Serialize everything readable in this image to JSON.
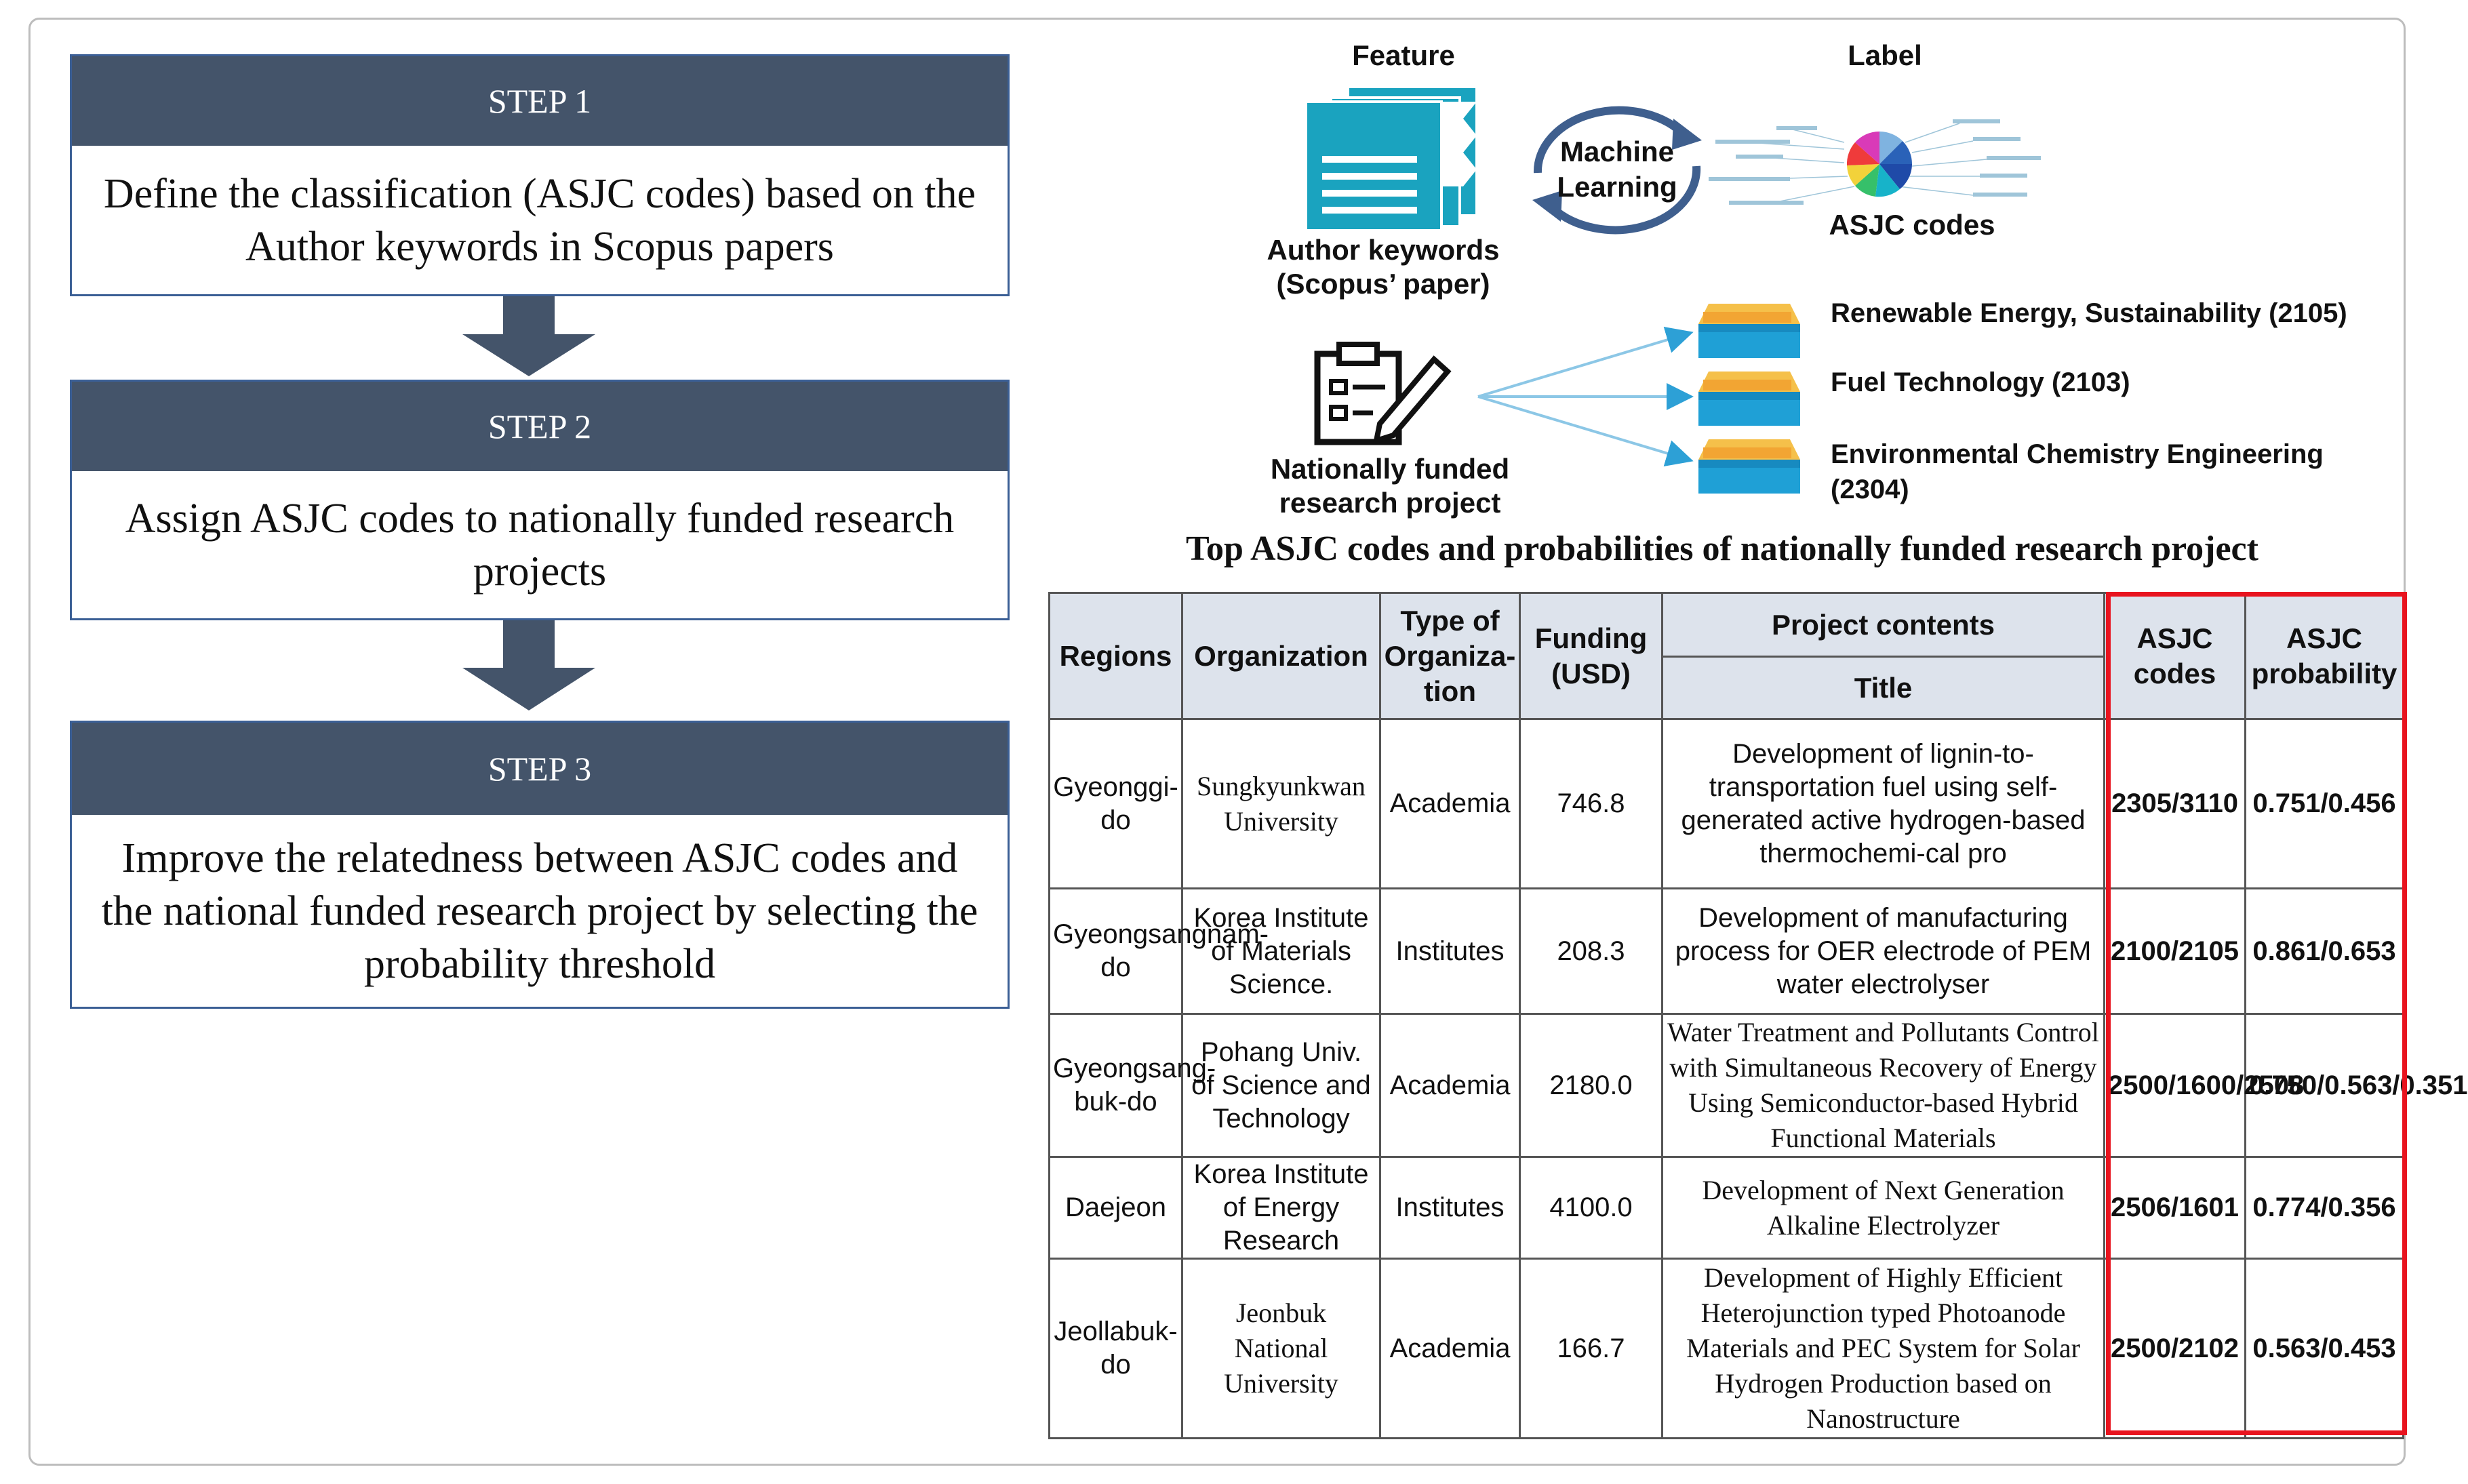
{
  "steps": [
    {
      "label": "STEP 1",
      "text": "Define the classification (ASJC codes) based on the Author keywords in Scopus papers"
    },
    {
      "label": "STEP 2",
      "text": "Assign ASJC codes to nationally funded research projects"
    },
    {
      "label": "STEP 3",
      "text": "Improve the relatedness between ASJC codes and the national funded research project by selecting the probability threshold"
    }
  ],
  "diagram": {
    "feature_title": "Feature",
    "label_title": "Label",
    "ml_line1": "Machine",
    "ml_line2": "Learning",
    "author_kw_line1": "Author keywords",
    "author_kw_line2": "(Scopus’ paper)",
    "asjc_codes_label": "ASJC codes",
    "project_line1": "Nationally funded",
    "project_line2": "research project",
    "outputs": [
      "Renewable Energy, Sustainability (2105)",
      "Fuel Technology (2103)",
      "Environmental Chemistry Engineering (2304)"
    ],
    "colors": {
      "icon_teal": "#1aa3bf",
      "box_orange": "#f2a533",
      "box_blue": "#1fa0d6"
    }
  },
  "table": {
    "title": "Top ASJC codes and probabilities of nationally funded research project",
    "headers": {
      "regions": "Regions",
      "organization": "Organization",
      "type": "Type of Organiza-tion",
      "funding": "Funding (USD)",
      "project_contents": "Project contents",
      "title": "Title",
      "asjc_codes": "ASJC codes",
      "asjc_probability": "ASJC probability"
    },
    "rows": [
      {
        "region": "Gyeonggi-do",
        "org": "Sungkyunkwan University",
        "type": "Academia",
        "funding": "746.8",
        "title": "Development of lignin-to-transportation fuel using self-generated active hydrogen-based thermochemi-cal pro",
        "codes": "2305/3110",
        "prob": "0.751/0.456"
      },
      {
        "region": "Gyeongsangnam-do",
        "org": "Korea Institute of Materials Science.",
        "type": "Institutes",
        "funding": "208.3",
        "title": "Development of manufacturing process for OER electrode of PEM water electrolyser",
        "codes": "2100/2105",
        "prob": "0.861/0.653"
      },
      {
        "region": "Gyeongsang-buk-do",
        "org": "Pohang Univ. of Science and Technology",
        "type": "Academia",
        "funding": "2180.0",
        "title": "Water Treatment and Pollutants Control with Simultaneous Recovery of Energy Using Semiconductor-based Hybrid Functional Materials",
        "codes": "2500/1600/2508",
        "prob": "0.750/0.563/0.351"
      },
      {
        "region": "Daejeon",
        "org": "Korea Institute of Energy Research",
        "type": "Institutes",
        "funding": "4100.0",
        "title": "Development of Next Generation Alkaline Electrolyzer",
        "codes": "2506/1601",
        "prob": "0.774/0.356"
      },
      {
        "region": "Jeollabuk-do",
        "org": "Jeonbuk National University",
        "type": "Academia",
        "funding": "166.7",
        "title": "Development of Highly Efficient Heterojunction typed Photoanode Materials and PEC System for Solar Hydrogen Production based on Nanostructure",
        "codes": "2500/2102",
        "prob": "0.563/0.453"
      }
    ],
    "highlight_color": "#e8141f"
  }
}
